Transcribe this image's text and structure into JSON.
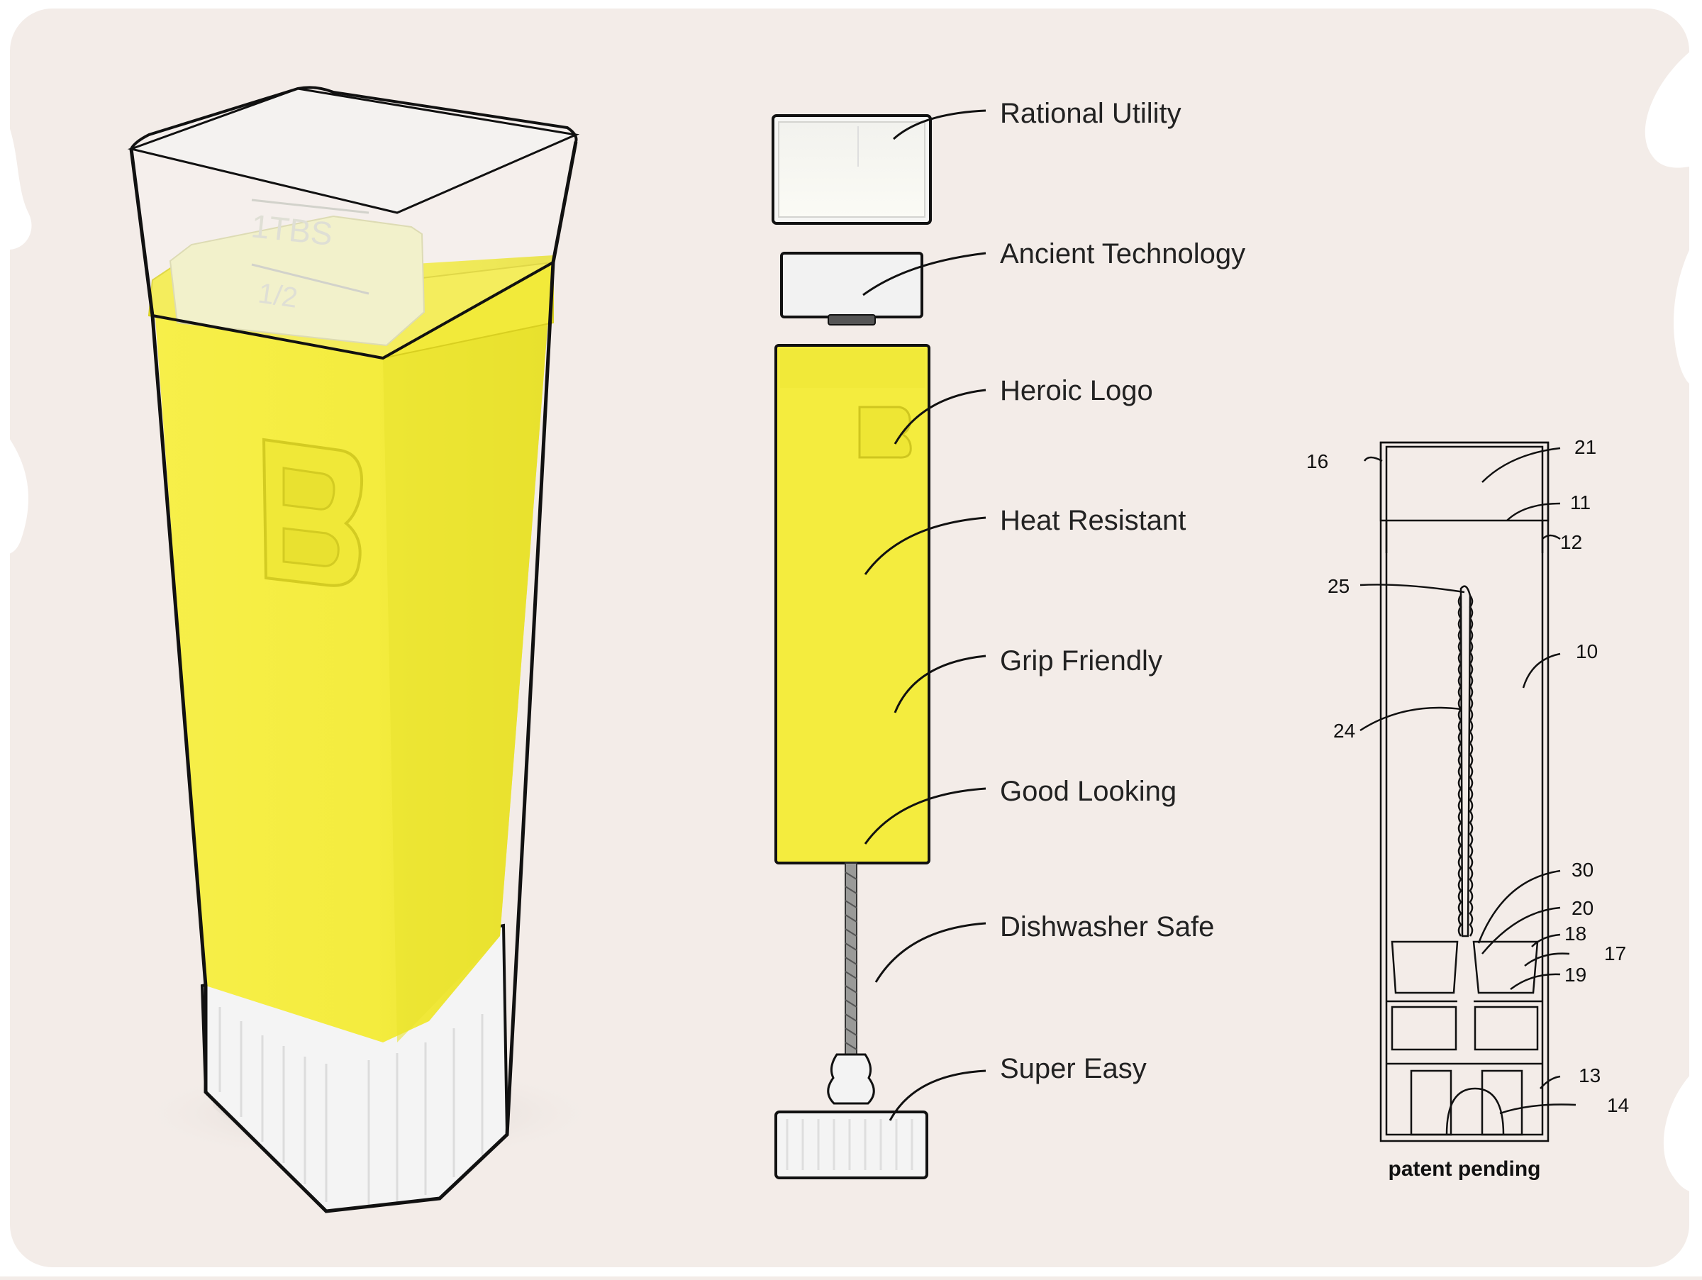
{
  "product": {
    "measure_marks": [
      "1TBS",
      "1/2"
    ],
    "logo_letter": "B"
  },
  "features": [
    "Rational Utility",
    "Ancient Technology",
    "Heroic Logo",
    "Heat Resistant",
    "Grip Friendly",
    "Good Looking",
    "Dishwasher Safe",
    "Super Easy"
  ],
  "patent": {
    "reference_numbers": [
      "16",
      "21",
      "11",
      "12",
      "25",
      "10",
      "24",
      "30",
      "20",
      "18",
      "17",
      "19",
      "13",
      "14"
    ],
    "caption": "patent pending"
  },
  "colors": {
    "background": "#f3ece8",
    "outer_background": "#ffffff",
    "body_yellow": "#f4ec3e",
    "cap_white": "#f4f4f4",
    "butter": "#efeec0",
    "outline": "#111111"
  }
}
